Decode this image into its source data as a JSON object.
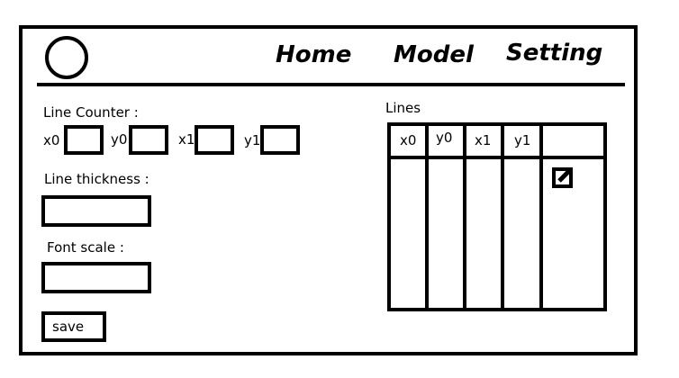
{
  "nav": {
    "home": "Home",
    "model": "Model",
    "setting": "Setting"
  },
  "form": {
    "line_counter_label": "Line Counter :",
    "x0_label": "x0",
    "y0_label": "y0",
    "x1_label": "x1",
    "y1_label": "y1",
    "line_thickness_label": "Line thickness :",
    "font_scale_label": "Font scale :",
    "save_label": "save"
  },
  "lines_panel": {
    "title": "Lines",
    "columns": [
      "x0",
      "y0",
      "x1",
      "y1",
      ""
    ]
  },
  "icons": {
    "logo": "circle-logo-icon",
    "edit": "edit-icon"
  }
}
